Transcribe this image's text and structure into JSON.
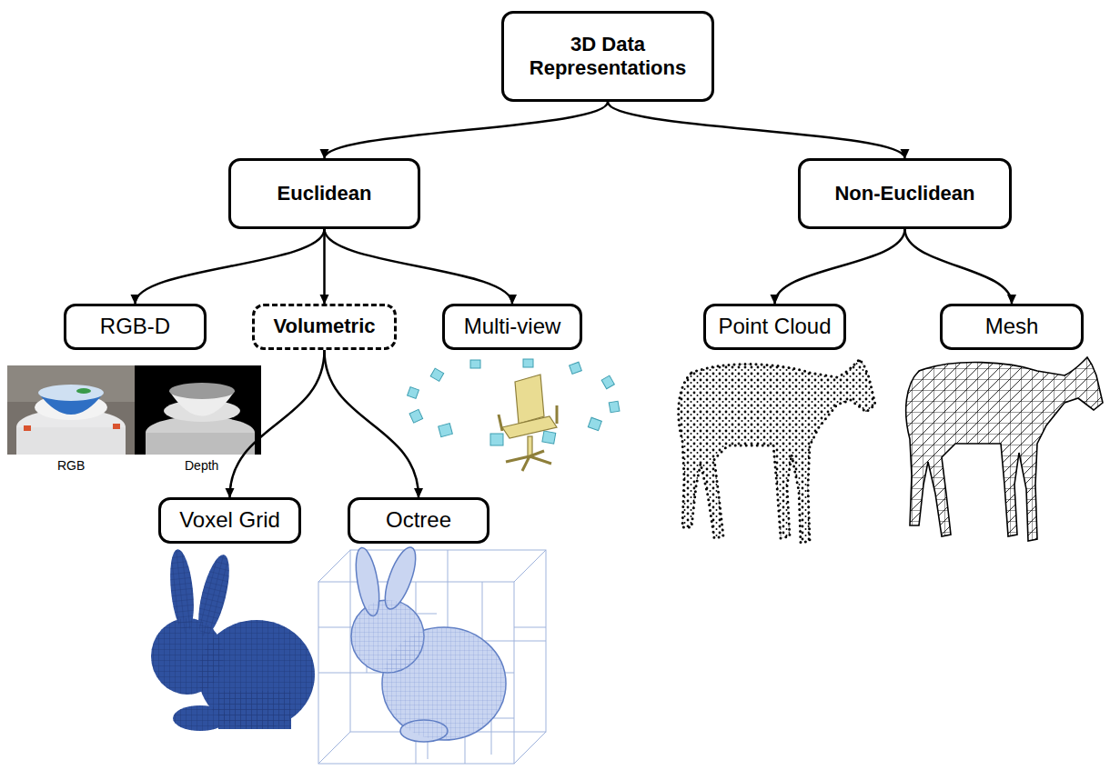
{
  "diagram": {
    "nodes": [
      {
        "text": [
          "3D Data Representations"
        ]
      },
      {
        "text": [
          "Euclidean"
        ]
      },
      {
        "text": [
          "Non-Euclidean"
        ]
      },
      {
        "text": [
          "RGB-D"
        ]
      },
      {
        "text": [
          "Volumetric"
        ]
      },
      {
        "text": [
          "Multi-view"
        ]
      },
      {
        "text": [
          "Point Cloud"
        ]
      },
      {
        "text": [
          "Mesh"
        ]
      },
      {
        "text": [
          "Voxel Grid"
        ]
      },
      {
        "text": [
          "Octree"
        ]
      }
    ],
    "edges": [
      {
        "from": 0,
        "to": 1,
        "arrow": "to"
      },
      {
        "from": 0,
        "to": 2,
        "arrow": "to"
      },
      {
        "from": 1,
        "to": 3,
        "arrow": "to"
      },
      {
        "from": 1,
        "to": 4,
        "arrow": "to"
      },
      {
        "from": 1,
        "to": 5,
        "arrow": "to"
      },
      {
        "from": 2,
        "to": 6,
        "arrow": "to"
      },
      {
        "from": 2,
        "to": 7,
        "arrow": "to"
      },
      {
        "from": 4,
        "to": 8,
        "arrow": "to"
      },
      {
        "from": 4,
        "to": 9,
        "arrow": "to"
      }
    ],
    "labels": [
      "RGB",
      "Depth"
    ]
  }
}
